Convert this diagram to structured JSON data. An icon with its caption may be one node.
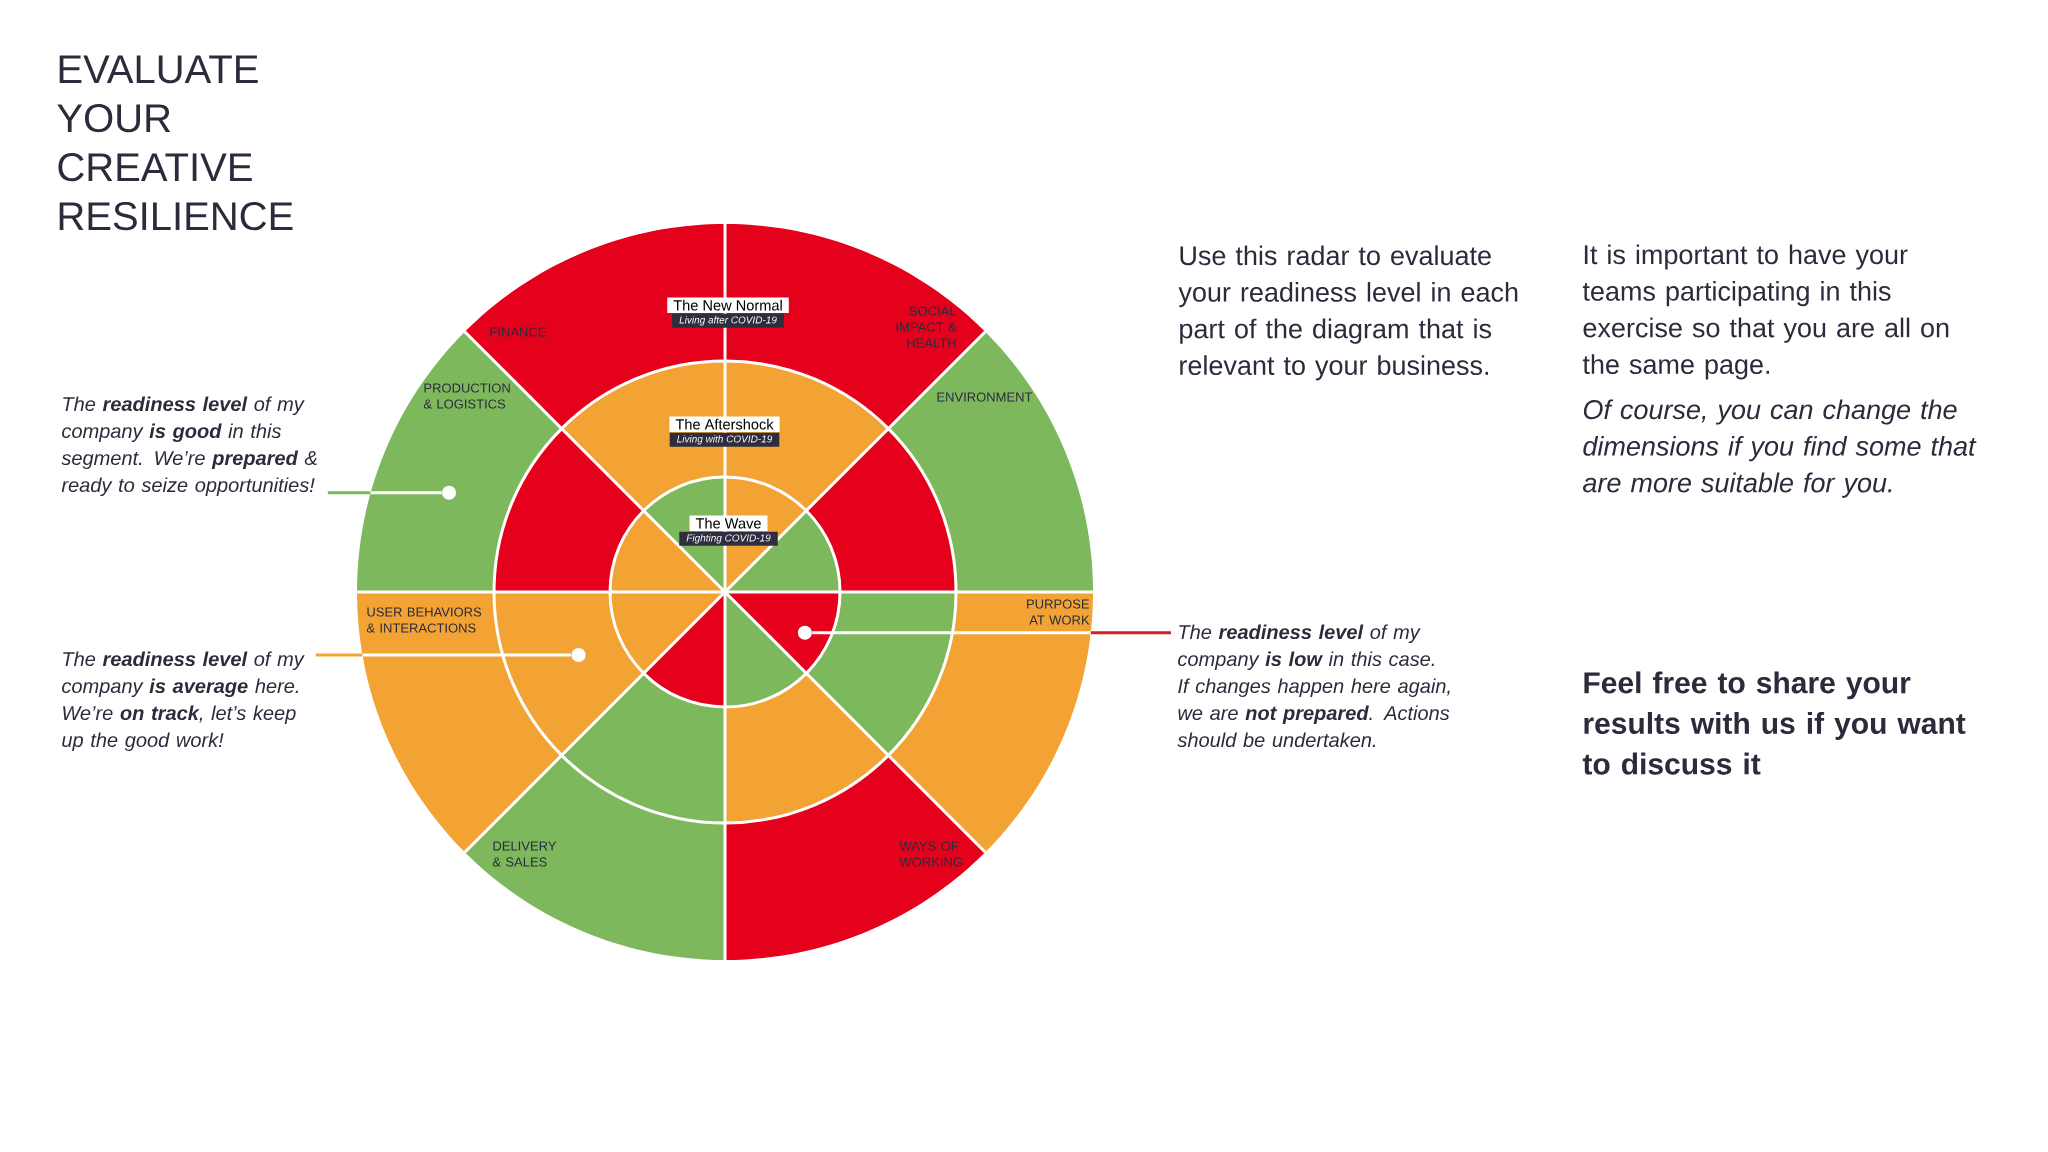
{
  "diagram": {
    "title": "EVALUATE YOUR CREATIVE RESILIENCE",
    "nodes": [
      {
        "text": [
          "The **readiness level** of my company **is good** in this segment. We’re **prepared** & ready to seize opportunities!"
        ]
      },
      {
        "text": [
          "The **readiness level** of my company **is average** here. We’re **on track**, let’s keep up the good work!"
        ]
      },
      {
        "text": [
          "FINANCE"
        ]
      },
      {
        "text": [
          "SOCIAL IMPACT & HEALTH"
        ]
      },
      {
        "text": [
          "PRODUCTION & LOGISTICS"
        ]
      },
      {
        "text": [
          "ENVIRONMENT"
        ]
      },
      {
        "text": [
          "USER BEHAVIORS & INTERACTIONS"
        ]
      },
      {
        "text": [
          "PURPOSE AT WORK"
        ]
      },
      {
        "text": [
          "DELIVERY & SALES"
        ]
      },
      {
        "text": [
          "WAYS OF WORKING"
        ]
      },
      {
        "text": [],
        "shape": "sector"
      },
      {
        "text": [],
        "shape": "sector"
      },
      {
        "text": [],
        "shape": "sector"
      },
      {
        "text": [],
        "shape": "sector"
      },
      {
        "text": [],
        "shape": "sector"
      },
      {
        "text": [],
        "shape": "sector"
      },
      {
        "text": [],
        "shape": "sector"
      },
      {
        "text": [],
        "shape": "sector"
      },
      {
        "text": [],
        "shape": "sector"
      },
      {
        "text": [],
        "shape": "sector"
      },
      {
        "text": [],
        "shape": "sector"
      },
      {
        "text": [],
        "shape": "sector"
      },
      {
        "text": [],
        "shape": "sector"
      },
      {
        "text": [],
        "shape": "sector"
      },
      {
        "text": [],
        "shape": "sector"
      },
      {
        "text": [],
        "shape": "sector"
      },
      {
        "text": [
          "The New Normal",
          "Living after COVID-19"
        ]
      },
      {
        "text": [
          "The Aftershock",
          "Living with COVID-19"
        ]
      },
      {
        "text": [
          "The Wave",
          "Fighting COVID-19"
        ]
      },
      {
        "text": [],
        "shape": "circle",
        "in": 4
      },
      {
        "text": [],
        "shape": "circle",
        "in": 14
      },
      {
        "text": [],
        "shape": "circle",
        "in": 23
      },
      {
        "text": [
          "The **readiness level** of my company **is low** in this case. If changes happen here again, we are **not prepared**. Actions should be undertaken."
        ]
      }
    ],
    "edges": [
      {
        "from": 0,
        "to": 29,
        "arrow": "none"
      },
      {
        "from": 1,
        "to": 30,
        "arrow": "none"
      },
      {
        "from": 32,
        "to": 31,
        "arrow": "none"
      }
    ],
    "labels": [
      "Use this radar to evaluate your readiness level in each part of the diagram that is relevant to your business.",
      "It is important to have your teams participating in this exercise so that you are all on the same page.",
      "Of course, you can change the dimensions if you find some that are more suitable for you.",
      "Feel free to share your results with us if you want to discuss it"
    ]
  }
}
